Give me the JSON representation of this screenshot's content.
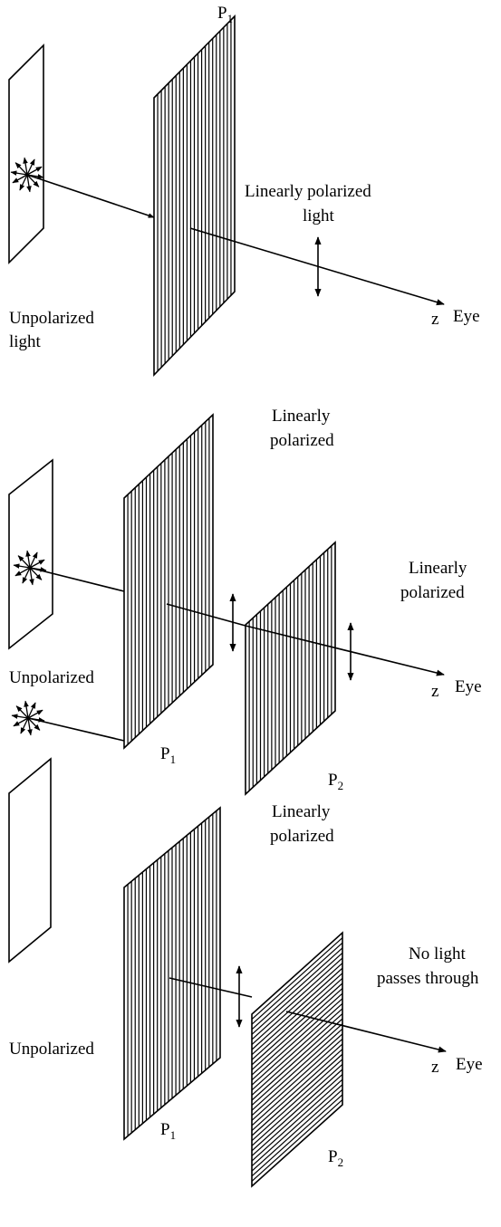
{
  "panels": [
    {
      "polarizer_1_label": "P",
      "polarizer_1_sub": "1",
      "beam_label": "Linearly polarized",
      "beam_label_2": "light",
      "source_label": "Unpolarized",
      "source_label_2": "light",
      "axis_label": "z",
      "eye_label": "Eye"
    },
    {
      "top_label": "Linearly",
      "top_label_2": "polarized",
      "right_label": "Linearly",
      "right_label_2": "polarized",
      "source_label": "Unpolarized",
      "polarizer_1_label": "P",
      "polarizer_1_sub": "1",
      "polarizer_2_label": "P",
      "polarizer_2_sub": "2",
      "axis_label": "z",
      "eye_label": "Eye"
    },
    {
      "top_label": "Linearly",
      "top_label_2": "polarized",
      "blocked_label": "No light",
      "blocked_label_2": "passes through",
      "source_label": "Unpolarized",
      "polarizer_1_label": "P",
      "polarizer_1_sub": "1",
      "polarizer_2_label": "P",
      "polarizer_2_sub": "2",
      "axis_label": "z",
      "eye_label": "Eye"
    }
  ]
}
